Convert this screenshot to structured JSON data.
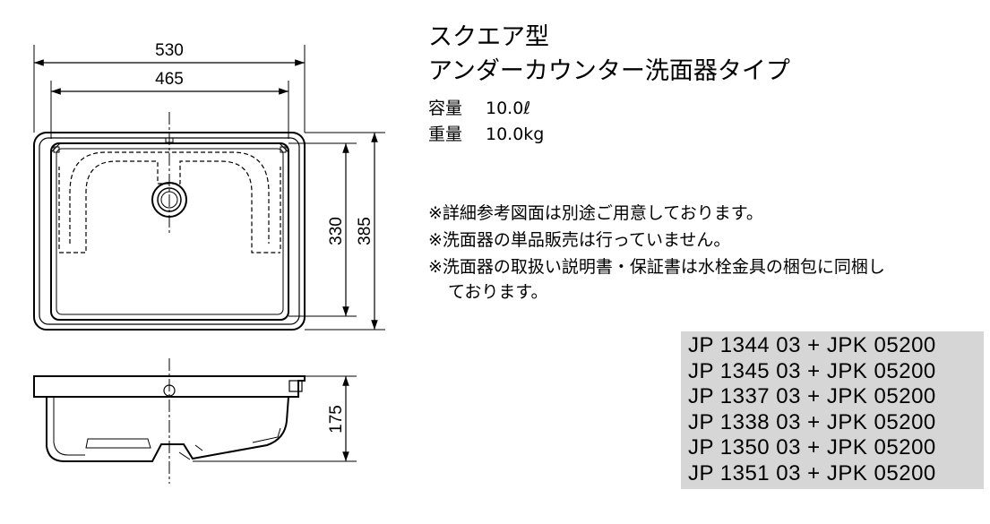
{
  "diagram": {
    "dimensions": {
      "outer_width": "530",
      "inner_width": "465",
      "inner_depth": "330",
      "outer_depth": "385",
      "height": "175"
    }
  },
  "title": {
    "line1": "スクエア型",
    "line2": "アンダーカウンター洗面器タイプ"
  },
  "specs": {
    "capacity_label": "容量",
    "capacity_value": "10.0ℓ",
    "weight_label": "重量",
    "weight_value": "10.0kg"
  },
  "notes": [
    "※詳細参考図面は別途ご用意しております。",
    "※洗面器の単品販売は行っていません。",
    "※洗面器の取扱い説明書・保証書は水栓金具の梱包に同梱し",
    "ております。"
  ],
  "models": [
    "JP 1344 03 + JPK 05200",
    "JP 1345 03 + JPK 05200",
    "JP 1337 03 + JPK 05200",
    "JP 1338 03 + JPK 05200",
    "JP 1350 03 + JPK 05200",
    "JP 1351 03 + JPK 05200"
  ]
}
